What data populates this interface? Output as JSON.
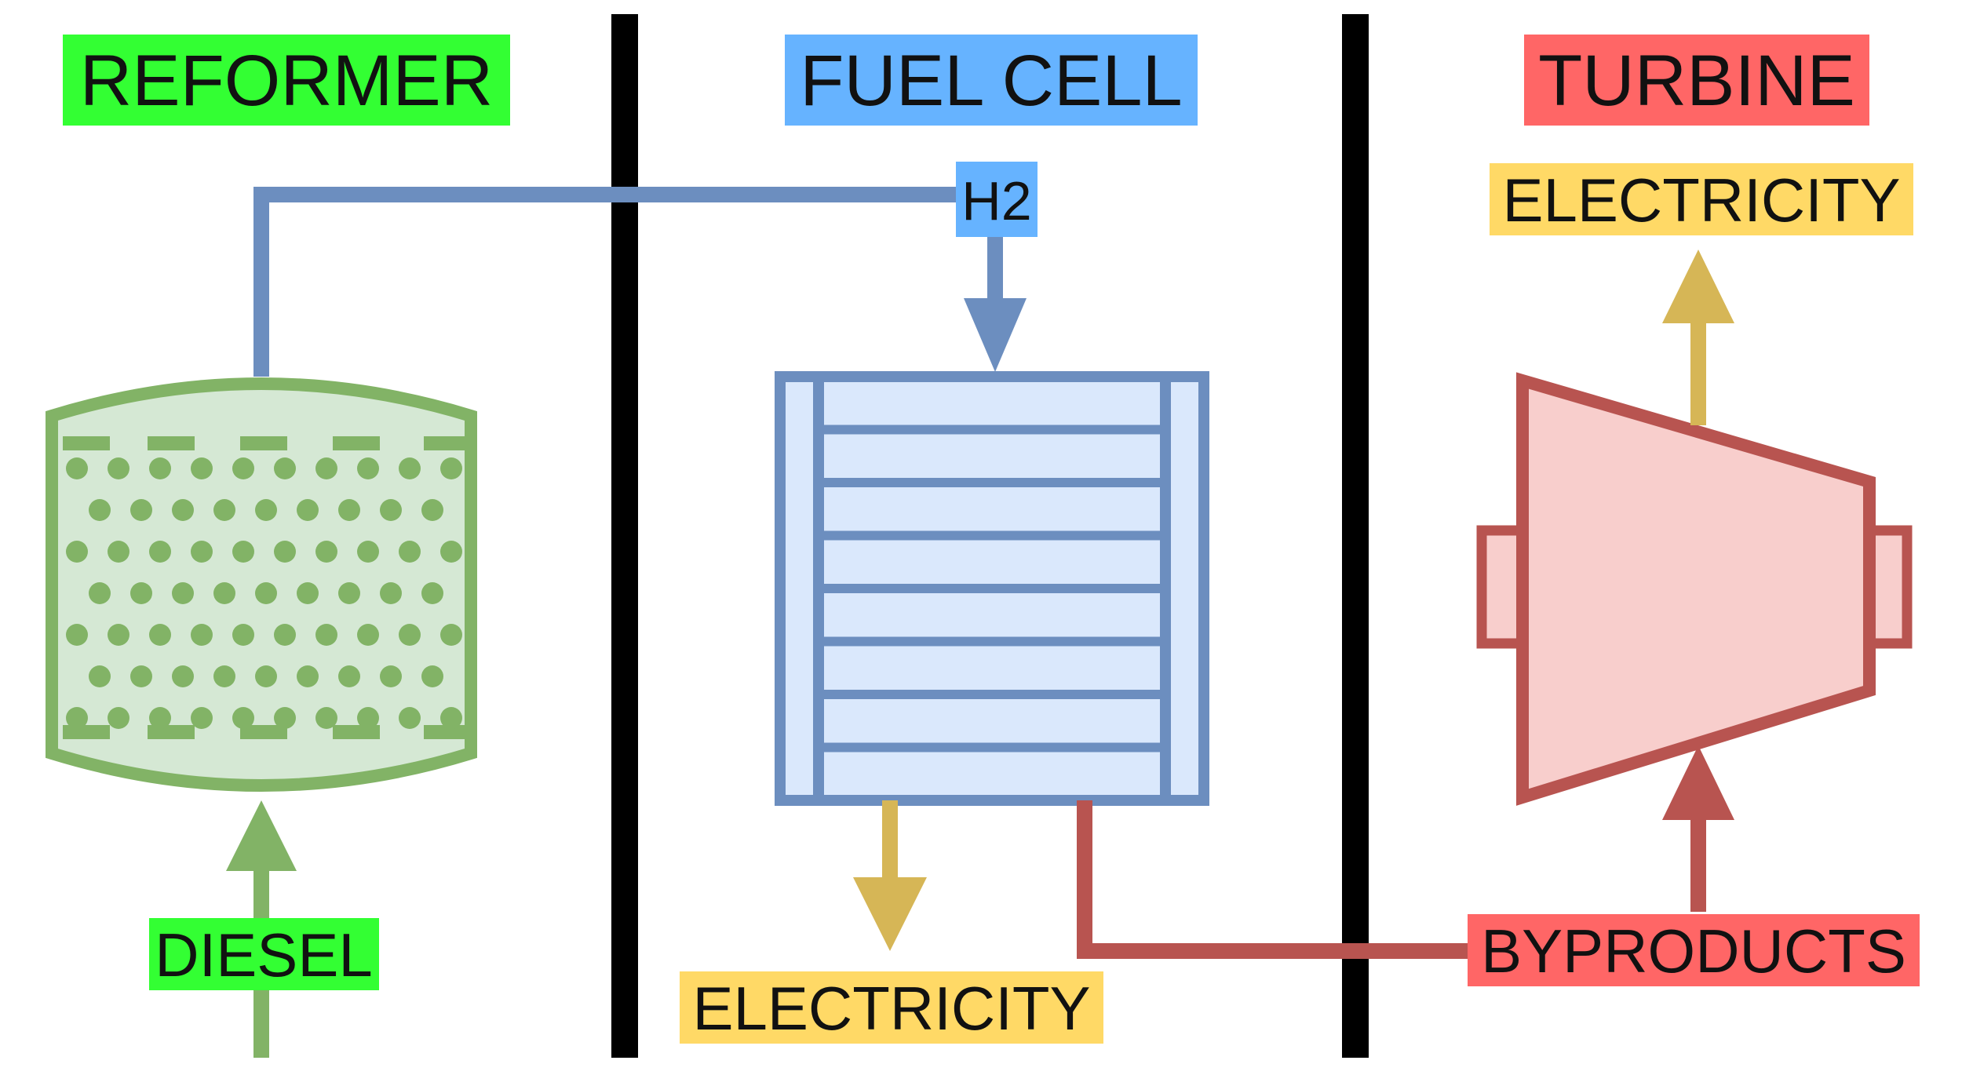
{
  "sections": {
    "reformer": {
      "title": "REFORMER",
      "bg": "#33ff33"
    },
    "fuel_cell": {
      "title": "FUEL CELL",
      "bg": "#66b3ff"
    },
    "turbine": {
      "title": "TURBINE",
      "bg": "#ff6666"
    }
  },
  "labels": {
    "h2": {
      "text": "H2",
      "bg": "#66b3ff"
    },
    "diesel": {
      "text": "DIESEL",
      "bg": "#33ff33"
    },
    "fuel_cell_electricity": {
      "text": "ELECTRICITY",
      "bg": "#ffd966"
    },
    "turbine_electricity": {
      "text": "ELECTRICITY",
      "bg": "#ffd966"
    },
    "byproducts": {
      "text": "BYPRODUCTS",
      "bg": "#ff6666"
    }
  },
  "colors": {
    "reformer_stroke": "#82b366",
    "reformer_fill": "#d5e8d4",
    "fuel_cell_stroke": "#6c8ebf",
    "fuel_cell_fill": "#dae8fc",
    "turbine_stroke": "#b85450",
    "turbine_fill": "#f8cecc",
    "electricity_flow": "#d6b656",
    "divider": "#000000"
  }
}
